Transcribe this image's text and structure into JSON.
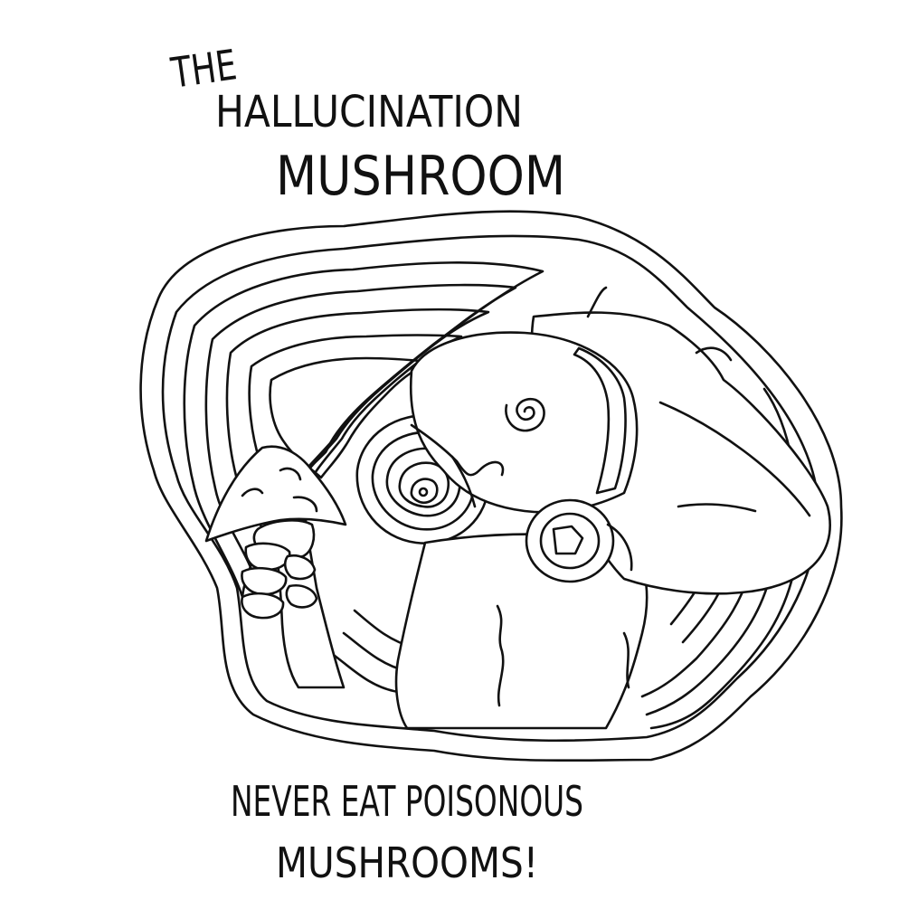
{
  "title": {
    "line1": "THE",
    "line2": "HALLUCINATION",
    "line3": "MUSHROOM"
  },
  "caption": {
    "line1": "NEVER EAT POISONOUS",
    "line2": "MUSHROOMS!"
  },
  "colors": {
    "ink": "#111111",
    "paper": "#ffffff"
  }
}
